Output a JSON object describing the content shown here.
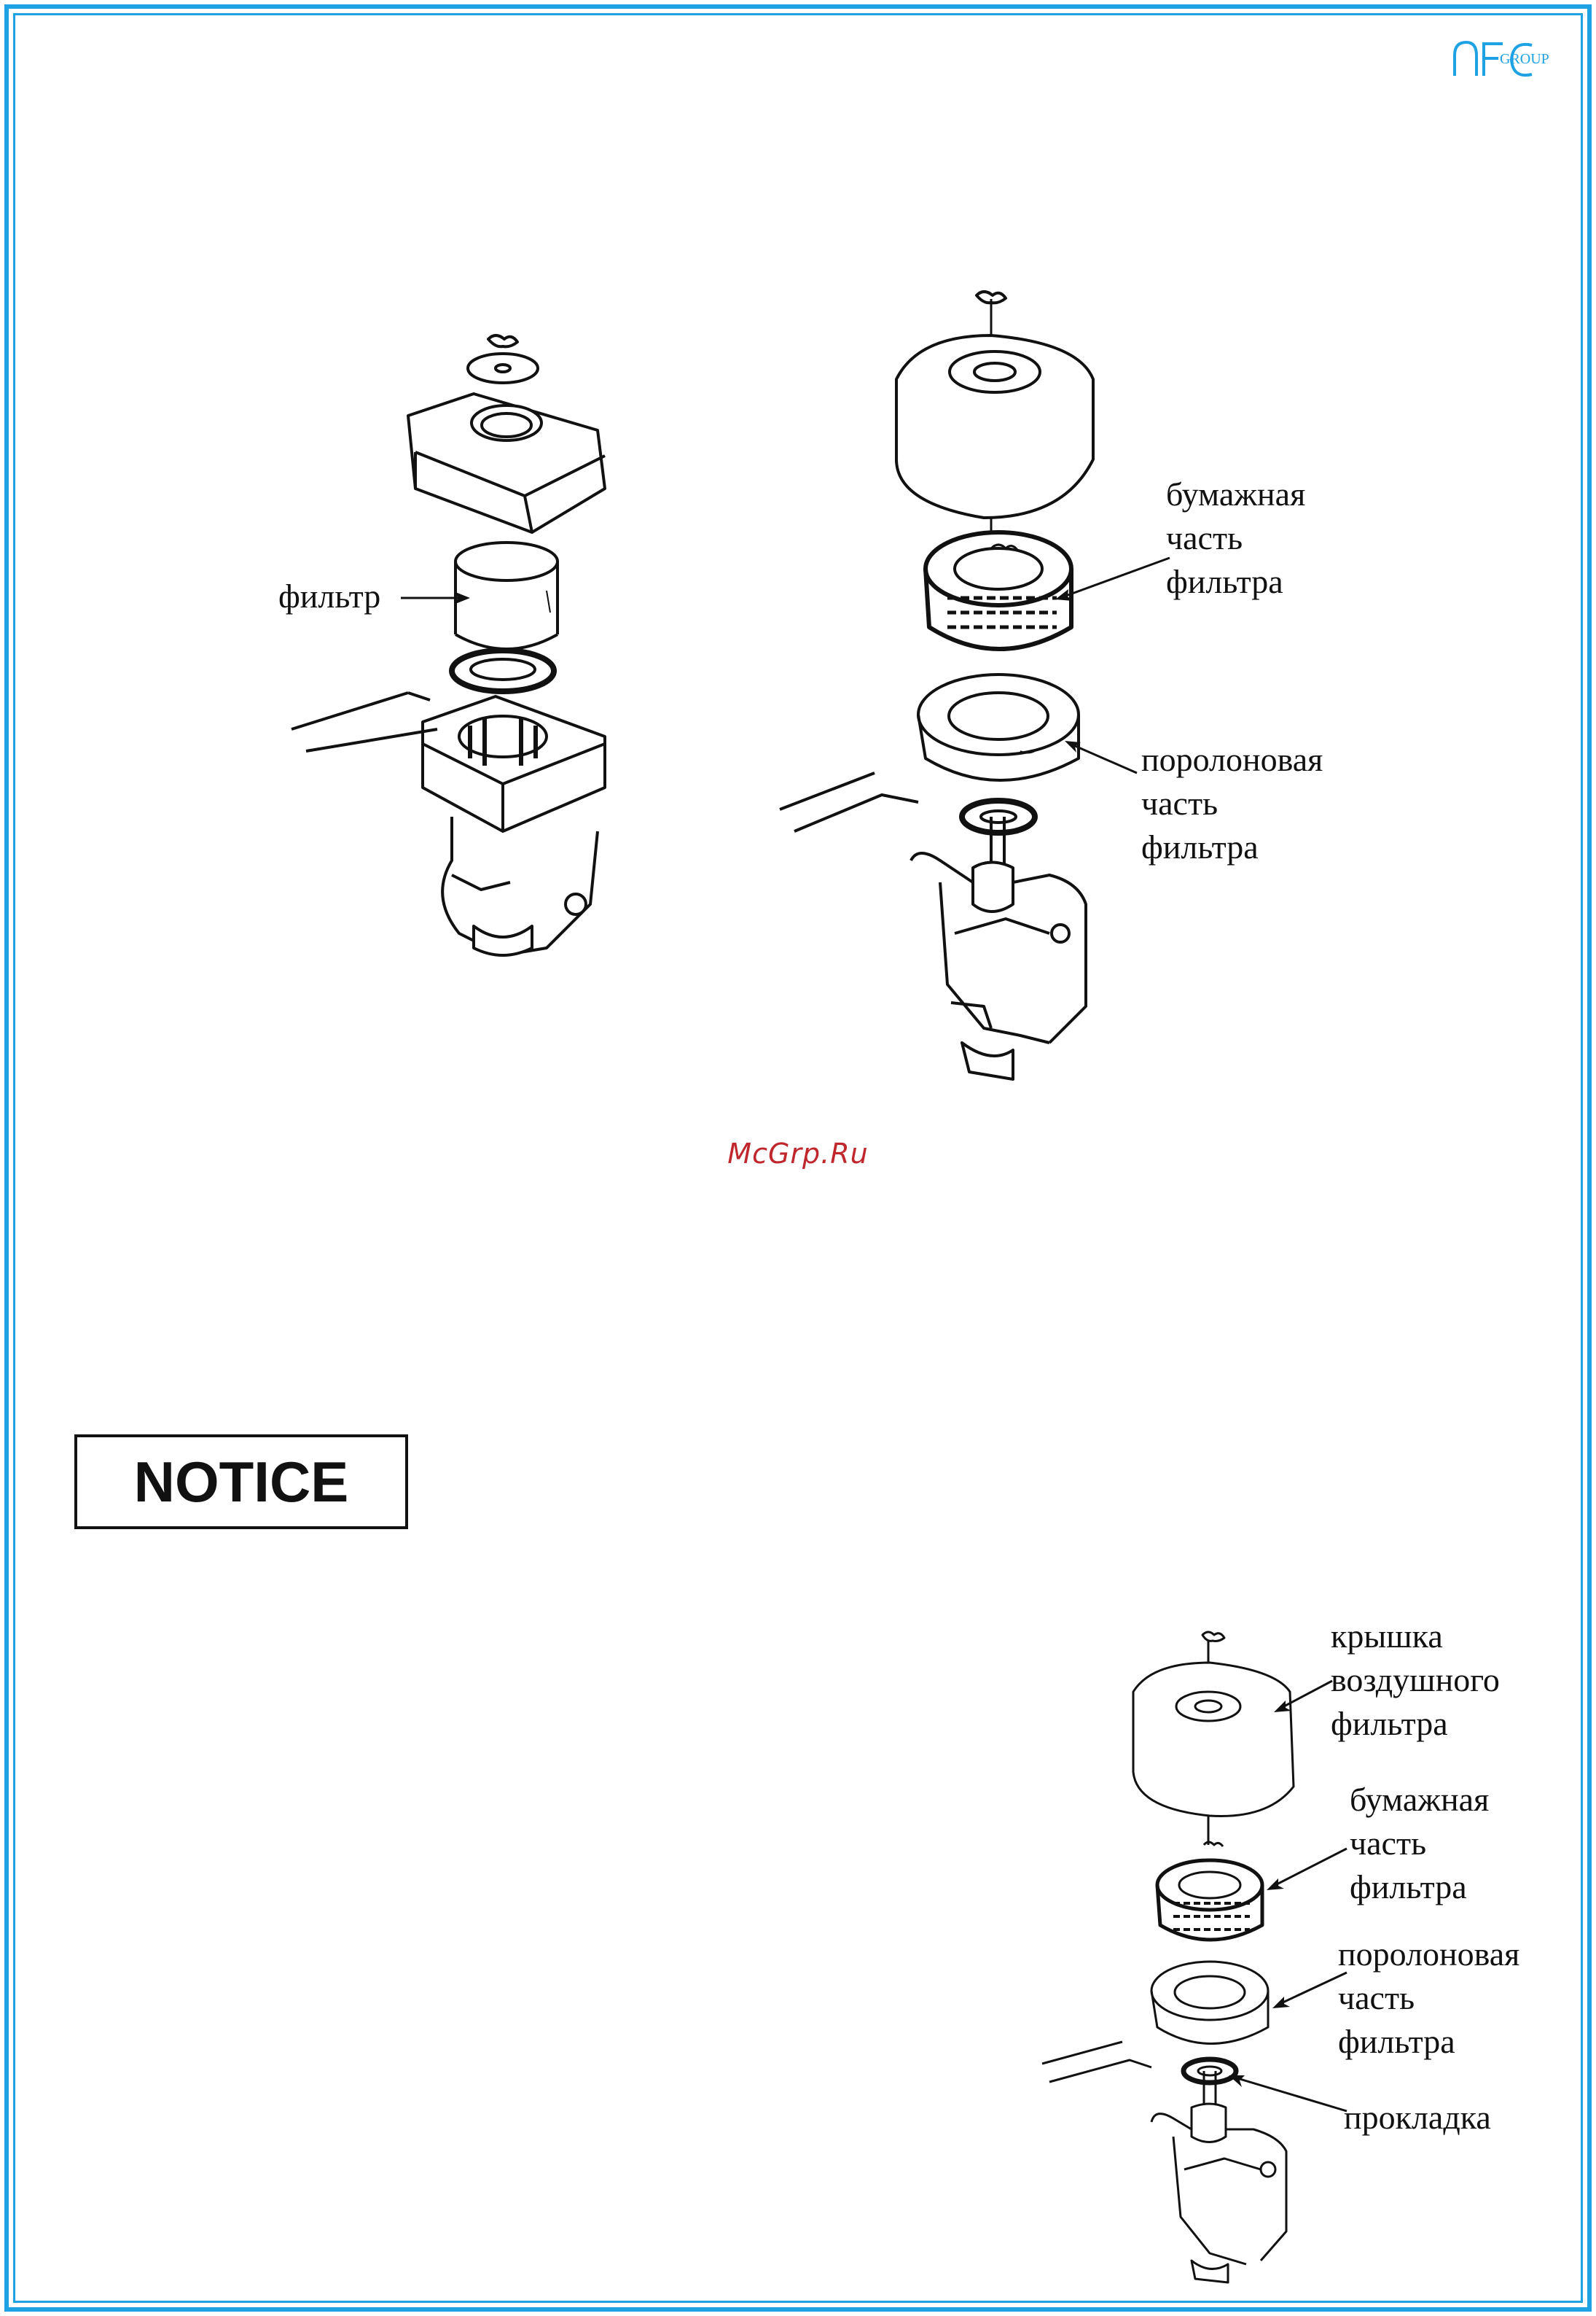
{
  "logo": {
    "text": "GROUP",
    "icon": "afc-group-logo"
  },
  "watermark": "McGrp.Ru",
  "notice": {
    "title": "NOTICE"
  },
  "figure1": {
    "labels": {
      "filter": "фильтр"
    }
  },
  "figure2": {
    "labels": {
      "paper": [
        "бумажная",
        "часть",
        "фильтра"
      ],
      "foam": [
        "поролоновая",
        "часть",
        "фильтра"
      ]
    }
  },
  "figure3": {
    "labels": {
      "cover": [
        "крышка",
        "воздушного",
        "фильтра"
      ],
      "paper": [
        "бумажная",
        "часть",
        "фильтра"
      ],
      "foam": [
        "поролоновая",
        "часть",
        "фильтра"
      ],
      "gasket": "прокладка"
    }
  },
  "colors": {
    "frame": "#1ea2e4",
    "watermark": "#c0272d"
  }
}
